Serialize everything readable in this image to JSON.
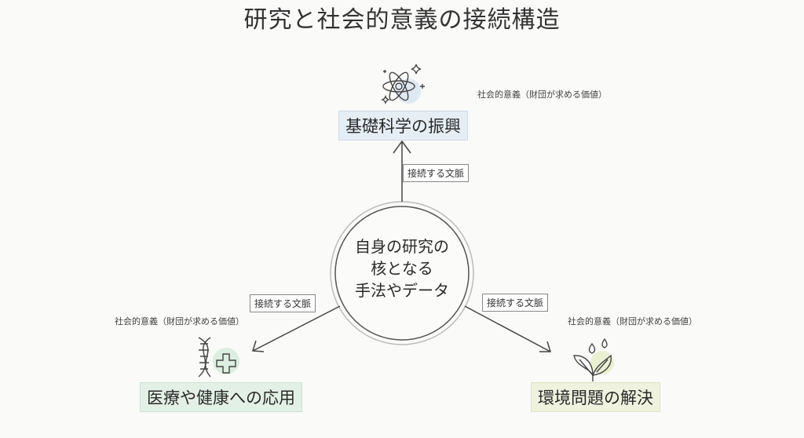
{
  "title": "研究と社会的意義の接続構造",
  "center": {
    "lines": [
      "自身の研究の",
      "核となる",
      "手法やデータ"
    ]
  },
  "context_label": "接続する文脈",
  "social_label": "社会的意義（財団が求める価値）",
  "nodes": [
    {
      "label": "基礎科学の振興",
      "icon": "atom-icon",
      "color": "#e6eef5"
    },
    {
      "label": "医療や健康への応用",
      "icon": "dna-medical-cross-icon",
      "color": "#e3f0e6"
    },
    {
      "label": "環境問題の解決",
      "icon": "plant-water-drops-icon",
      "color": "#eef2de"
    }
  ]
}
